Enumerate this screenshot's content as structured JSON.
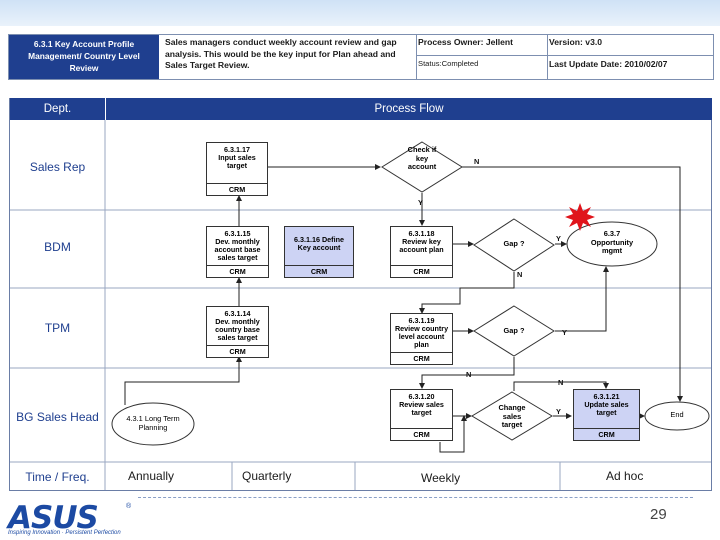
{
  "header": {
    "title": "6.3.1 Key Account Profile Management/ Country Level Review",
    "description": "Sales managers conduct weekly account review and gap analysis. This would be the key input for Plan ahead and Sales Target Review.",
    "owner": "Process Owner: Jellent",
    "version": "Version:  v3.0",
    "status": "Status:Completed",
    "update": "Last Update Date: 2010/02/07"
  },
  "columns": {
    "dept": "Dept.",
    "flow": "Process Flow"
  },
  "lanes": [
    "Sales Rep",
    "BDM",
    "TPM",
    "BG Sales Head",
    "Time / Freq."
  ],
  "frequencies": [
    "Annually",
    "Quarterly",
    "Weekly",
    "Ad hoc"
  ],
  "steps": {
    "s17": {
      "title": "6.3.1.17\nInput sales\ntarget",
      "crm": "CRM"
    },
    "s15": {
      "title": "6.3.1.15\nDev. monthly\naccount base\nsales target",
      "crm": "CRM"
    },
    "s16": {
      "title": "6.3.1.16 Define\nKey account",
      "crm": "CRM"
    },
    "s14": {
      "title": "6.3.1.14\nDev. monthly\ncountry base\nsales target",
      "crm": "CRM"
    },
    "s18": {
      "title": "6.3.1.18\nReview key\naccount plan",
      "crm": "CRM"
    },
    "s19": {
      "title": "6.3.1.19\nReview country\nlevel account\nplan",
      "crm": "CRM"
    },
    "s20": {
      "title": "6.3.1.20\nReview sales\ntarget",
      "crm": "CRM"
    },
    "s21": {
      "title": "6.3.1.21\nUpdate sales\ntarget",
      "crm": "CRM"
    }
  },
  "decisions": {
    "check_key": "Check if\nkey\naccount",
    "gap1": "Gap ?",
    "gap2": "Gap ?",
    "change": "Change\nsales\ntarget"
  },
  "ovals": {
    "opportunity": "6.3.7\nOpportunity\nmgmt",
    "longterm": "4.3.1 Long Term\nPlanning",
    "end": "End"
  },
  "flow_labels": {
    "n": "N",
    "y": "Y"
  },
  "footer": {
    "brand": "ASUS",
    "slogan": "Inspiring Innovation · Persistent Perfection",
    "registered": "®",
    "page": "29"
  }
}
